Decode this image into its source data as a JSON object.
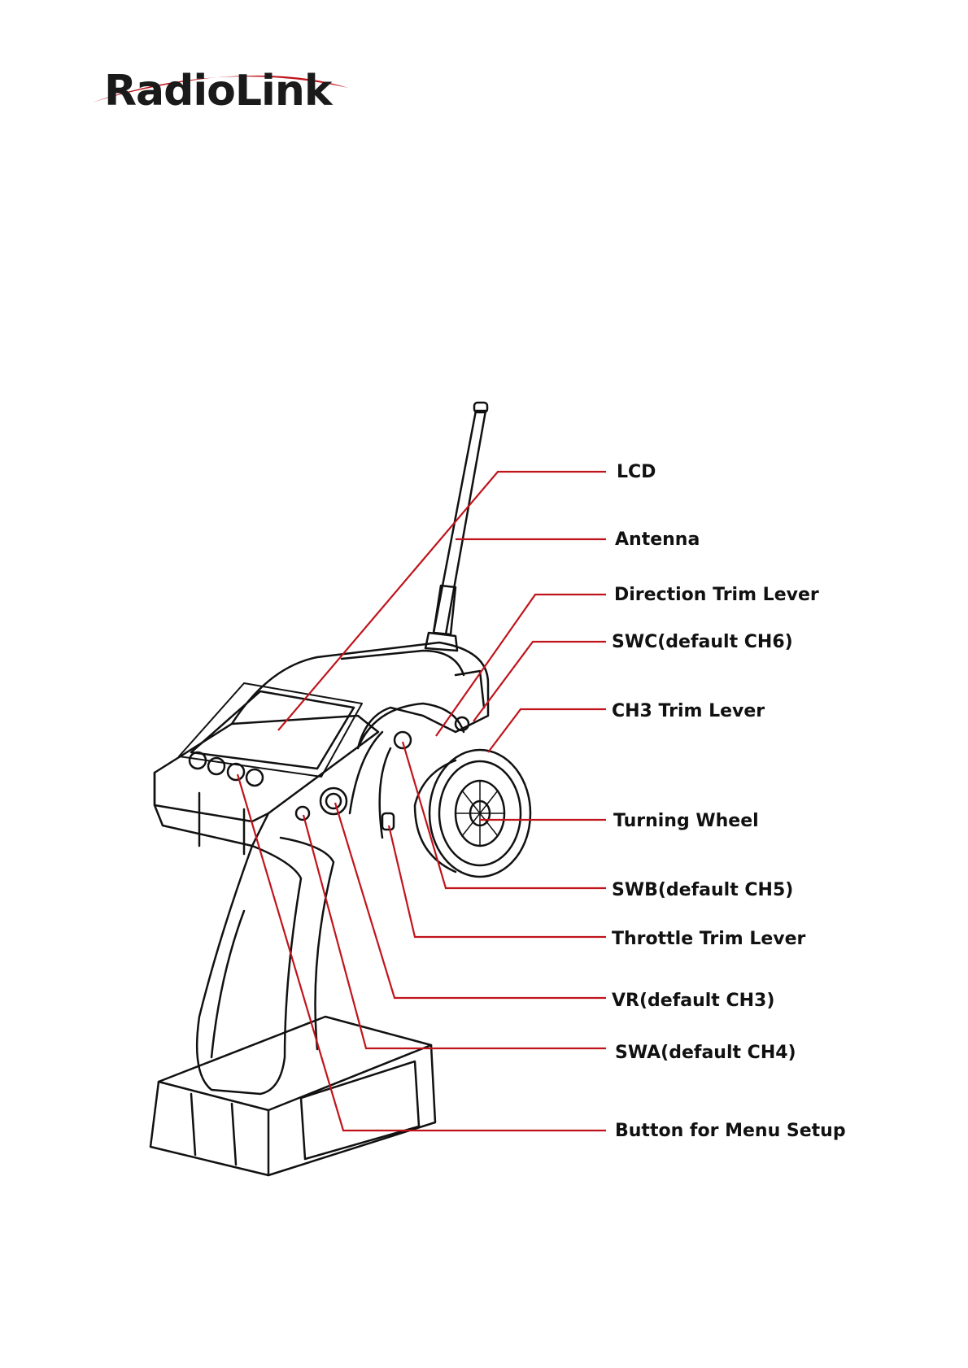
{
  "brand": {
    "name": "RadioLink",
    "accent_color": "#c0141c"
  },
  "diagram": {
    "subject": "transmitter-drawing",
    "line_color": "#c0141c",
    "callouts": [
      {
        "id": "lcd",
        "label": "LCD"
      },
      {
        "id": "antenna",
        "label": "Antenna"
      },
      {
        "id": "direction-trim",
        "label": "Direction Trim Lever"
      },
      {
        "id": "swc",
        "label": "SWC(default CH6)"
      },
      {
        "id": "ch3-trim",
        "label": "CH3 Trim Lever"
      },
      {
        "id": "turning-wheel",
        "label": "Turning Wheel"
      },
      {
        "id": "swb",
        "label": "SWB(default CH5)"
      },
      {
        "id": "throttle-trim",
        "label": "Throttle Trim Lever"
      },
      {
        "id": "vr",
        "label": "VR(default CH3)"
      },
      {
        "id": "swa",
        "label": "SWA(default CH4)"
      },
      {
        "id": "menu-button",
        "label": "Button for Menu Setup"
      }
    ]
  }
}
